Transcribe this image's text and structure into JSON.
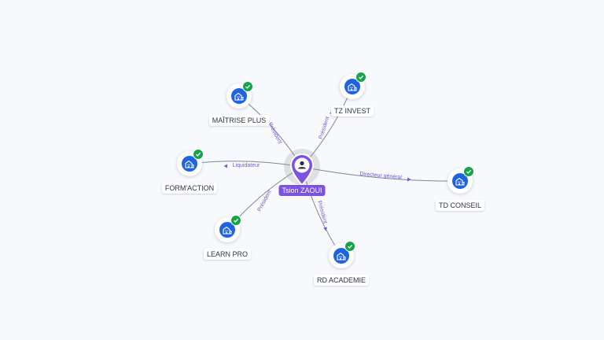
{
  "center": {
    "name": "Tsion ZAOUI"
  },
  "companies": [
    {
      "id": "maitrise",
      "name": "MAÎTRISE PLUS",
      "role": "Président",
      "verified": true
    },
    {
      "id": "tz",
      "name": "TZ INVEST",
      "role": "Président",
      "verified": true
    },
    {
      "id": "formaction",
      "name": "FORM'ACTION",
      "role": "Liquidateur",
      "verified": true
    },
    {
      "id": "td",
      "name": "TD CONSEIL",
      "role": "Directeur général",
      "verified": true
    },
    {
      "id": "learn",
      "name": "LEARN PRO",
      "role": "Président",
      "verified": true
    },
    {
      "id": "rd",
      "name": "RD ACADEMIE",
      "role": "Président",
      "verified": true
    }
  ],
  "colors": {
    "company_icon": "#1f63e0",
    "verified_badge": "#16a34a",
    "person_accent": "#7b52e6",
    "edge_label": "#6f5fd0"
  },
  "icons": {
    "company": "building-icon",
    "verified": "check-icon",
    "person": "user-icon"
  }
}
